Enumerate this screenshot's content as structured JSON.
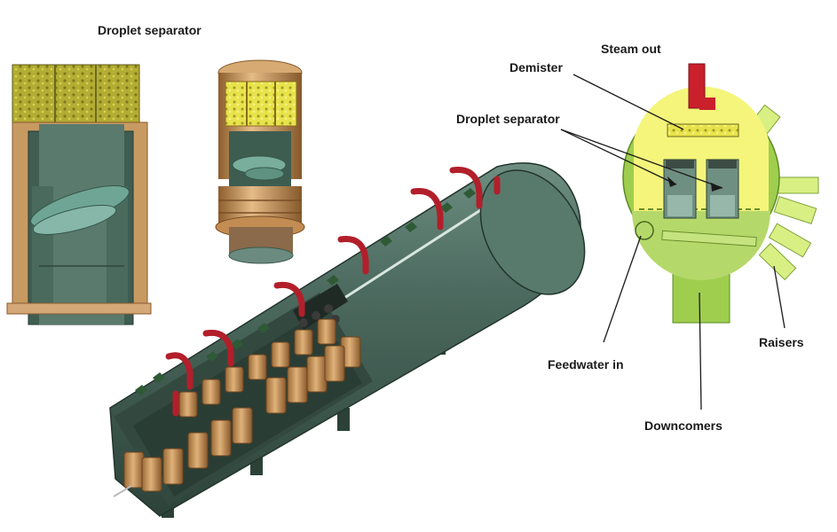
{
  "labels": {
    "droplet_separator_top": "Droplet separator",
    "steam_out": "Steam out",
    "demister": "Demister",
    "droplet_separator_section": "Droplet separator",
    "raisers": "Raisers",
    "feedwater_in": "Feedwater in",
    "downcomers": "Downcomers"
  },
  "colors": {
    "shell": "#47655a",
    "shell_light": "#6f8f82",
    "shell_dark": "#2c4238",
    "separator_body": "#c9955b",
    "separator_dark": "#8a5a2c",
    "steam_pipe": "#b21f2a",
    "mesh": "#b9b33b",
    "vessel_green": "#9fce4e",
    "vessel_yellow": "#f4f57a",
    "vessel_water": "#b5d86a"
  }
}
